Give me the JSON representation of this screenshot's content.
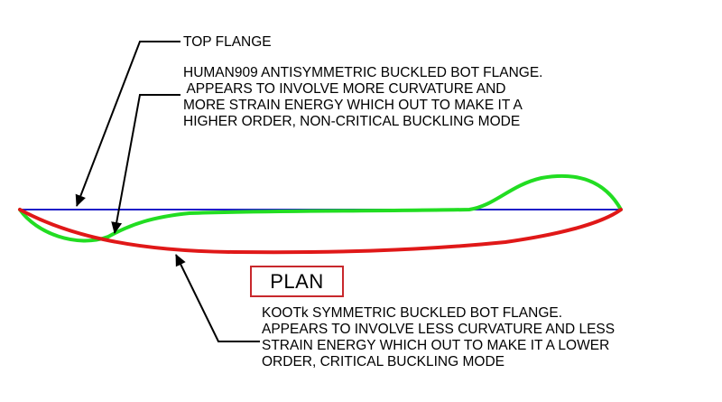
{
  "labels": {
    "top_flange": "TOP FLANGE",
    "human_note": "HUMAN909 ANTISYMMETRIC BUCKLED BOT FLANGE.\n APPEARS TO INVOLVE MORE CURVATURE AND\nMORE STRAIN ENERGY WHICH OUT TO MAKE IT A\nHIGHER ORDER, NON-CRITICAL BUCKLING MODE",
    "plan": "PLAN",
    "kootk_note": "KOOTk SYMMETRIC BUCKLED BOT FLANGE.\nAPPEARS TO INVOLVE LESS CURVATURE AND LESS\nSTRAIN ENERGY WHICH OUT TO MAKE IT A LOWER\nORDER, CRITICAL BUCKLING MODE"
  },
  "colors": {
    "top_flange_line": "#1f1fc8",
    "antisymmetric_curve": "#22dd22",
    "symmetric_curve": "#e01818",
    "plan_box_border": "#c8282c",
    "leader": "#000000"
  }
}
